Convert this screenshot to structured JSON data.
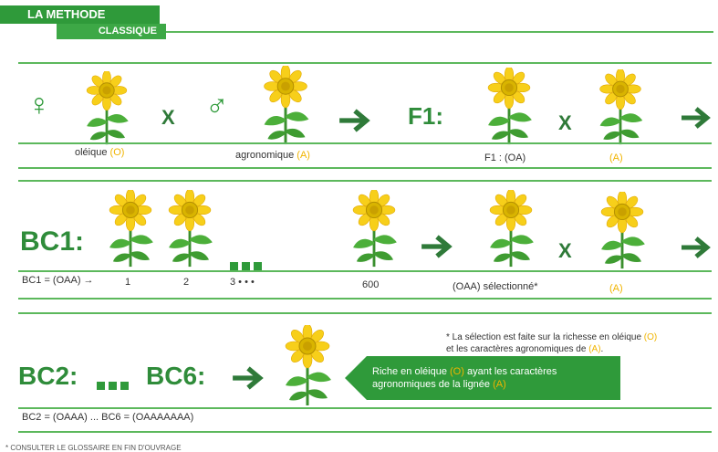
{
  "header": {
    "title": "LA METHODE",
    "subtitle": "CLASSIQUE"
  },
  "row1": {
    "female_symbol": "♀",
    "male_symbol": "♂",
    "cross1": "X",
    "f1_heading": "F1:",
    "cross2": "X",
    "label_oleique": "oléique",
    "label_oleique_code": "(O)",
    "label_agronomique": "agronomique",
    "label_agronomique_code": "(A)",
    "label_f1": "F1 : (OA)",
    "label_a": "(A)"
  },
  "row2": {
    "heading": "BC1:",
    "cross": "X",
    "formula": "BC1 = (OAA) →",
    "n1": "1",
    "n2": "2",
    "n3": "3 • • •",
    "n600": "600",
    "selected": "(OAA) sélectionné*",
    "label_a": "(A)"
  },
  "row3": {
    "heading_left": "BC2:",
    "heading_right": "BC6:",
    "formula": "BC2 = (OAAA) ... BC6 = (OAAAAAAA)",
    "note_line1": "* La sélection est faite sur la richesse en oléique",
    "note_line1_code": "(O)",
    "note_line2": "et les caractères agronomiques de",
    "note_line2_code": "(A)",
    "note_line2_end": ".",
    "callout_line1": "Riche en oléique",
    "callout_line1_code": "(O)",
    "callout_line1_end": "ayant les caractères",
    "callout_line2": "agronomiques de la lignée",
    "callout_line2_code": "(A)"
  },
  "footer": {
    "text": "* CONSULTER LE GLOSSAIRE EN FIN D'OUVRAGE"
  },
  "colors": {
    "green": "#2f9a3a",
    "line_green": "#5cb85c",
    "yellow": "#f0b400",
    "petal": "#f7cf1a"
  }
}
